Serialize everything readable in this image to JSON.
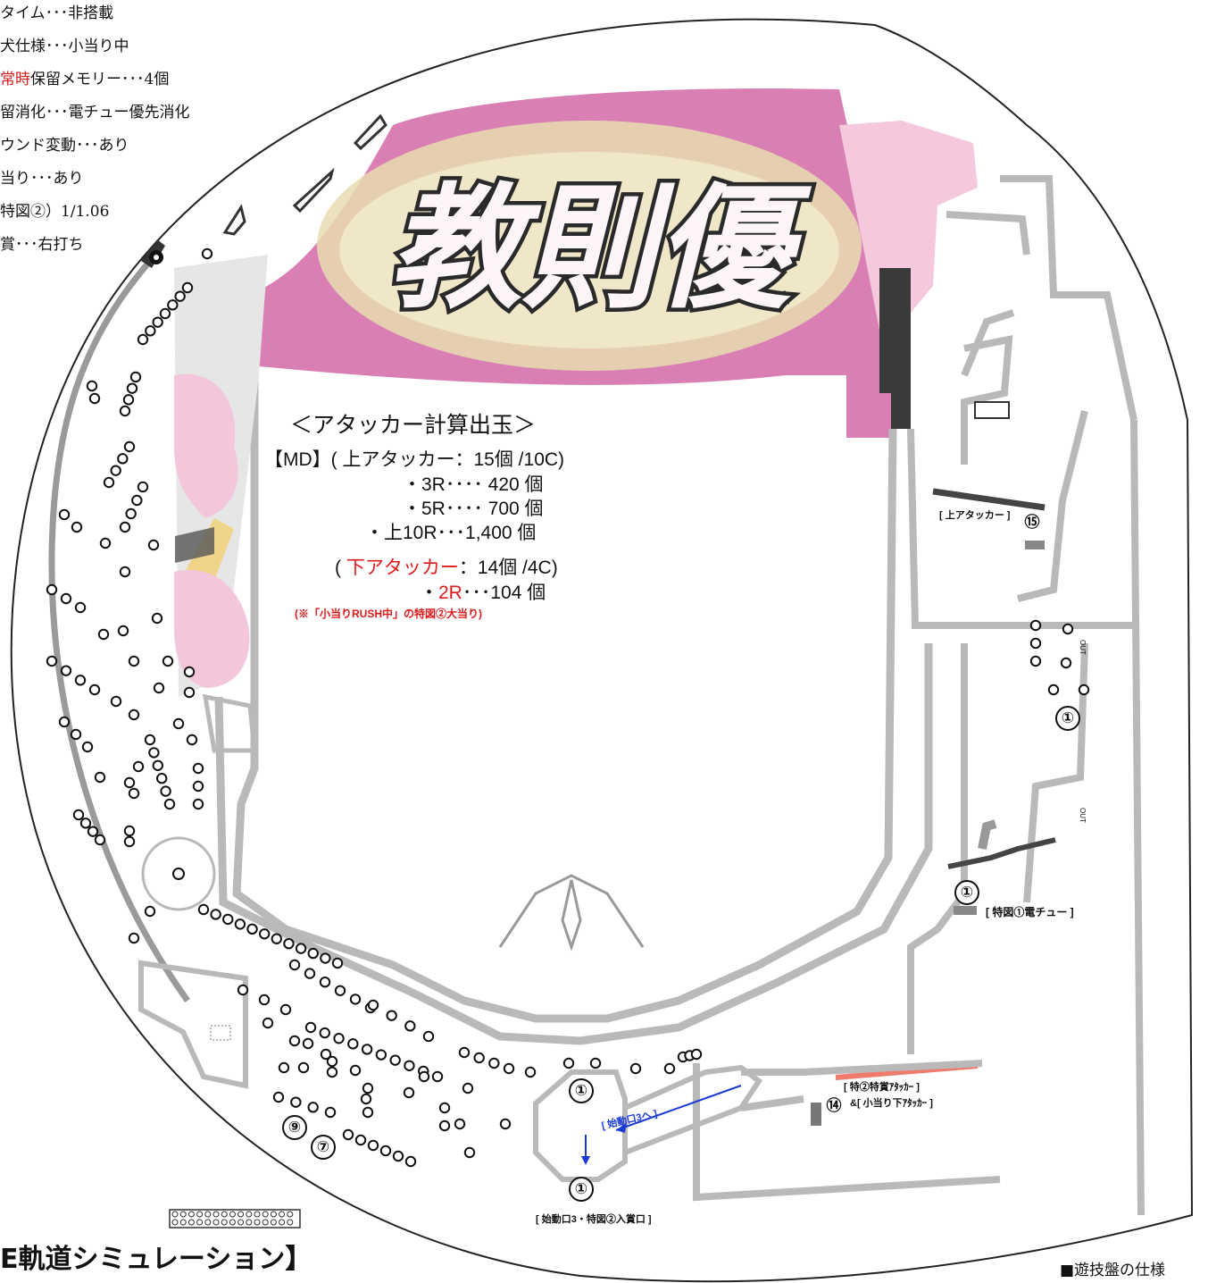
{
  "spec": {
    "lines": [
      {
        "text": "タイム･･･非搭載"
      },
      {
        "text": "犬仕様･･･小当り中"
      },
      {
        "red": "常時",
        "text": "保留メモリー･･･4個"
      },
      {
        "text": "留消化･･･電チュー優先消化"
      },
      {
        "text": "ウンド変動･･･あり"
      },
      {
        "text": "当り･･･あり"
      },
      {
        "text": "特図②）1/1.06"
      },
      {
        "text": "賞･･･右打ち"
      }
    ]
  },
  "calc": {
    "title": "＜アタッカー計算出玉＞",
    "upper_header": "【MD】( 上アタッカー：15個 /10C)",
    "upper_rows": [
      "・3R････ 420 個",
      "・5R････ 700 個",
      "・上10R･･･1,400 個"
    ],
    "lower_header_open": "(",
    "lower_header_red": "下アタッカー",
    "lower_header_rest": "：14個 /4C)",
    "lower_row_prefix": "・",
    "lower_row_red": "2R",
    "lower_row_rest": "･･･104 個",
    "note": "(※「小当りRUSH中」の特図②大当り)"
  },
  "labels": {
    "upper_attacker": "[ 上アタッカー ]",
    "denchu": "[ 特図①電チュー ]",
    "toku2_attacker": "[ 特②特賞ｱﾀｯｶｰ ]",
    "koatari_attacker": "&[ 小当り下ｱﾀｯｶｰ ]",
    "shidou3_arrow": "[ 始動口3へ ]",
    "shidou3_entrance": "[ 始動口3・特図②入賞口 ]",
    "out1": "OUT",
    "out2": "OUT"
  },
  "pockets": {
    "p15": "⑮",
    "p1a": "①",
    "p1b": "①",
    "p1c": "①",
    "p1d": "①",
    "p14": "⑭",
    "p9": "⑨",
    "p7": "⑦"
  },
  "logo_text": "教則優",
  "footer": {
    "left": "E軌道シミュレーション】",
    "right": "■遊技盤の仕様"
  },
  "colors": {
    "pink": "#d97fb4",
    "red": "#e0191b",
    "blue": "#1a3bd6",
    "board_line": "#b9b9b9"
  }
}
